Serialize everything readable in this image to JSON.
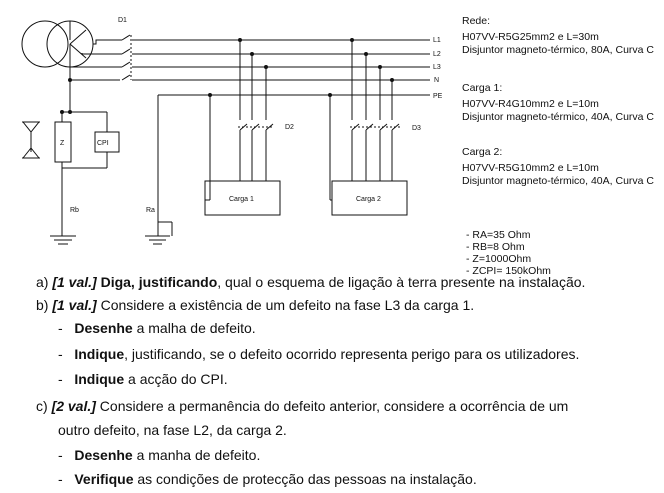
{
  "diagram": {
    "labels": {
      "d1": "D1",
      "d2": "D2",
      "d3": "D3",
      "l1": "L1",
      "l2": "L2",
      "l3": "L3",
      "n": "N",
      "pe": "PE",
      "z": "Z",
      "cpi": "CPI",
      "rb": "Rb",
      "ra": "Ra",
      "carga1": "Carga 1",
      "carga2": "Carga 2"
    }
  },
  "specs": {
    "rede": {
      "title": "Rede:",
      "cable": "H07VV-R5G25mm2 e L=30m",
      "breaker": "Disjuntor magneto-térmico, 80A, Curva C"
    },
    "carga1": {
      "title": "Carga 1:",
      "cable": "H07VV-R4G10mm2 e L=10m",
      "breaker": "Disjuntor magneto-térmico, 40A, Curva C"
    },
    "carga2": {
      "title": "Carga 2:",
      "cable": "H07VV-R5G10mm2 e L=10m",
      "breaker": "Disjuntor magneto-térmico, 40A, Curva C"
    }
  },
  "params": [
    "- RA=35 Ohm",
    "- RB=8 Ohm",
    "- Z=1000Ohm",
    "- ZCPI= 150kOhm"
  ],
  "questions": {
    "a": {
      "letter": "a)",
      "val": "[1 val.]",
      "bold": "Diga, justificando",
      "rest": ", qual o esquema de ligação à terra presente na instalação."
    },
    "b": {
      "letter": "b)",
      "val": "[1 val.]",
      "rest": " Considere a existência de um defeito na fase L3 da carga 1."
    },
    "b1": {
      "dash": "-",
      "bold": "Desenhe",
      "rest": " a malha de defeito."
    },
    "b2": {
      "dash": "-",
      "bold": "Indique",
      "rest": ", justificando, se o defeito ocorrido representa perigo para os utilizadores."
    },
    "b3": {
      "dash": "-",
      "bold": "Indique",
      "rest": " a acção do CPI."
    },
    "c": {
      "letter": "c)",
      "val": "[2 val.]",
      "rest": " Considere a permanência do defeito anterior, considere a ocorrência de um"
    },
    "c_cont": "outro defeito, na fase L2, da carga 2.",
    "c1": {
      "dash": "-",
      "bold": "Desenhe",
      "rest": " a manha de defeito."
    },
    "c2": {
      "dash": "-",
      "bold": "Verifique",
      "rest": " as condições de protecção das pessoas na instalação."
    }
  }
}
